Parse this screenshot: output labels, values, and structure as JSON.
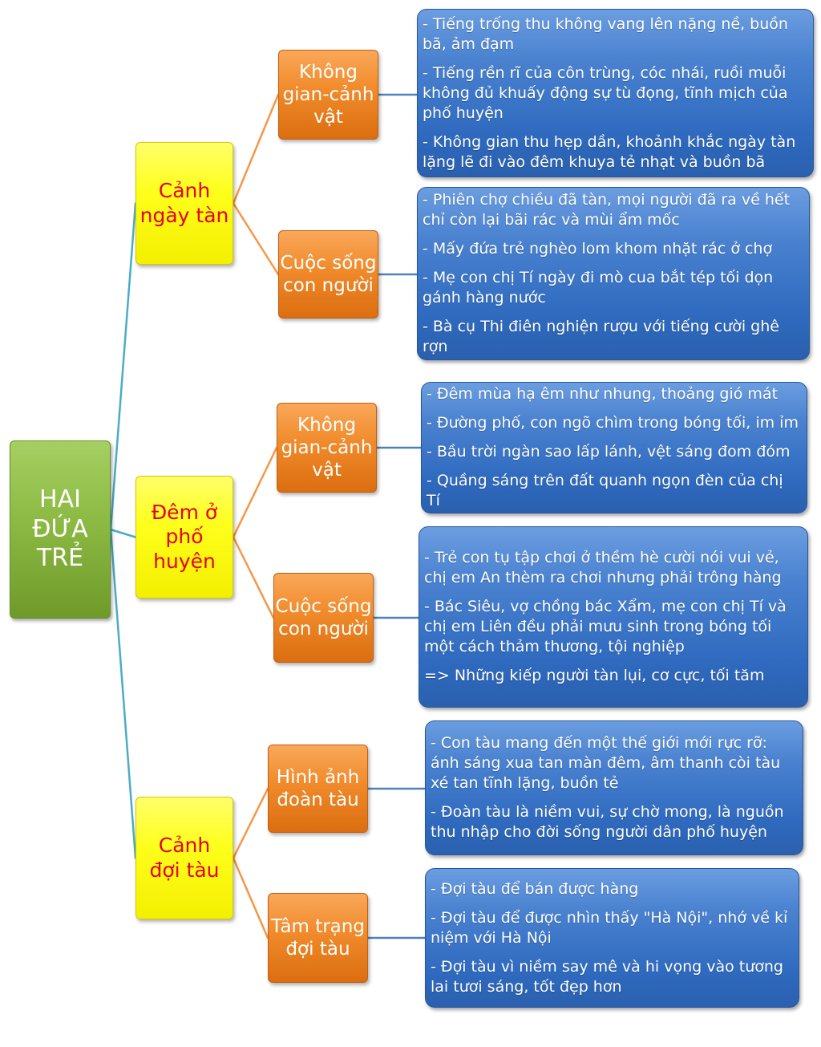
{
  "root": {
    "title": "HAI\nĐỨA\nTRẺ"
  },
  "sections": [
    {
      "label": "Cảnh\nngày tàn",
      "groups": [
        {
          "label": "Không\ngian-cảnh\nvật",
          "items": [
            "- Tiếng trống thu không vang lên nặng nề, buồn bã, ảm đạm",
            "- Tiếng rền rĩ của côn trùng, cóc nhái, ruồi muỗi không đủ khuấy động sự tù đọng, tĩnh mịch của phố huyện",
            "- Không gian thu hẹp dần, khoảnh khắc ngày tàn lặng lẽ đi vào đêm khuya tẻ nhạt và buồn bã"
          ]
        },
        {
          "label": "Cuộc sống\ncon người",
          "items": [
            "- Phiên chợ chiều đã tàn, mọi người đã ra về hết chỉ còn lại bãi rác và mùi ẩm mốc",
            "- Mấy đứa trẻ nghèo lom khom nhặt rác ở chợ",
            "- Mẹ con chị Tí ngày đi mò cua bắt tép tối dọn gánh hàng nước",
            "- Bà cụ Thi điên nghiện rượu với tiếng cười ghê rợn"
          ]
        }
      ]
    },
    {
      "label": "Đêm ở\nphố\nhuyện",
      "groups": [
        {
          "label": "Không\ngian-cảnh\nvật",
          "items": [
            "- Đêm mùa hạ êm như nhung, thoảng gió mát",
            "- Đường phố, con ngõ chìm trong bóng tối, im ỉm",
            "- Bầu trời ngàn sao lấp lánh, vệt sáng đom đóm",
            "- Quầng sáng trên đất quanh ngọn đèn của chị Tí"
          ]
        },
        {
          "label": "Cuộc sống\ncon người",
          "items": [
            "- Trẻ con tụ tập chơi ở thềm hè cười nói vui vẻ, chị em An thèm ra chơi nhưng phải trông hàng",
            "- Bác Siêu, vợ chồng bác Xẩm, mẹ con chị Tí và chị em Liên đều phải mưu sinh trong bóng tối một cách thảm thương, tội nghiệp",
            "=> Những kiếp người tàn lụi, cơ cực, tối tăm"
          ]
        }
      ]
    },
    {
      "label": "Cảnh\nđợi tàu",
      "groups": [
        {
          "label": "Hình ảnh\nđoàn tàu",
          "items": [
            "- Con tàu mang đến một thế giới mới rực rỡ: ánh sáng xua tan màn đêm, âm thanh còi tàu xé tan tĩnh lặng, buồn tẻ",
            "- Đoàn tàu là niềm vui, sự chờ mong, là nguồn thu nhập cho đời sống người dân phố huyện"
          ]
        },
        {
          "label": "Tâm trạng\nđợi tàu",
          "items": [
            "- Đợi tàu để bán được hàng",
            "- Đợi tàu để được nhìn thấy \"Hà Nội\", nhớ về kỉ niệm với Hà Nội",
            "- Đợi tàu vì niềm say mê và hi vọng vào tương lai tươi sáng, tốt đẹp hơn"
          ]
        }
      ]
    }
  ],
  "colors": {
    "root_connector": "#4bacc6",
    "branch_connector": "#f79646",
    "detail_connector": "#4f81bd"
  }
}
